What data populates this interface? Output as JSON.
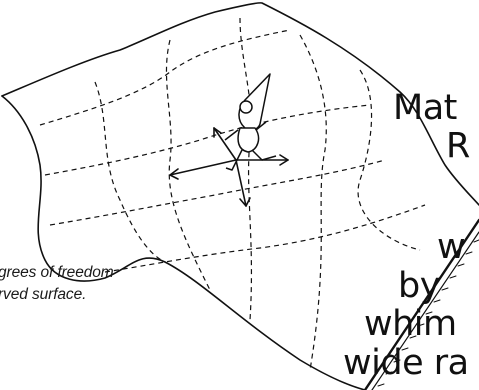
{
  "caption": {
    "line1": "grees of freedom",
    "line2": "rved surface."
  },
  "headline": {
    "line1": "Mat",
    "line2": "R",
    "line3": "w",
    "line4": "by",
    "line5": "whim",
    "line6": "wide ra"
  },
  "illustration": {
    "subject": "figure running on a curved surface",
    "icons": [
      "curved-surface-sheet",
      "running-figure-icon",
      "direction-arrows-icon"
    ]
  },
  "colors": {
    "ink": "#111111",
    "background": "#ffffff"
  }
}
